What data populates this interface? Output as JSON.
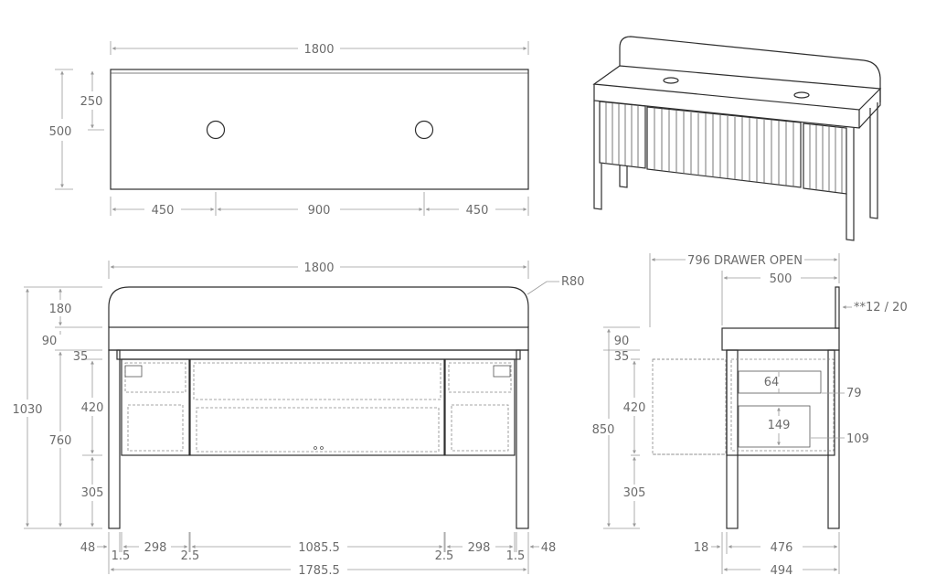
{
  "plan_view": {
    "width": "1800",
    "depth": "500",
    "hole_offset": "250",
    "spacing_left": "450",
    "spacing_mid": "900",
    "spacing_right": "450"
  },
  "front_view": {
    "width_top": "1800",
    "radius": "R80",
    "h_splash": "180",
    "h_top": "90",
    "h_gap": "35",
    "h_drawer": "420",
    "h_legs": "305",
    "h_body": "760",
    "h_total": "1030",
    "leg_left": "48",
    "leg_right": "48",
    "gap_l1": "1.5",
    "gap_l2": "2.5",
    "gap_r2": "2.5",
    "gap_r1": "1.5",
    "drawer_l": "298",
    "drawer_mid": "1085.5",
    "drawer_r": "298",
    "inner_width": "1785.5"
  },
  "side_view": {
    "drawer_open": "796 DRAWER OPEN",
    "depth_top": "500",
    "upstand": "**12 / 20",
    "h_top": "90",
    "h_gap": "35",
    "h_drawer": "420",
    "h_total": "850",
    "h_legs": "305",
    "inner_1": "64",
    "inner_2": "149",
    "right_1": "79",
    "right_2": "109",
    "back_offset": "18",
    "depth_inner": "476",
    "depth_bottom": "494"
  }
}
